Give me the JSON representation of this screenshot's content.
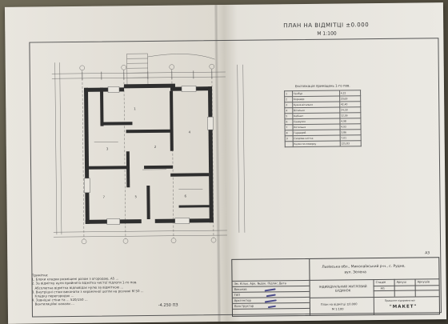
{
  "sheet": {
    "title": "ПЛАН НА ВІДМІТЦІ ±0.000",
    "scale": "М 1:100",
    "sheet_format": "А3",
    "room_table": {
      "caption": "Експлікація приміщень 1-го пов.",
      "rows": [
        [
          "1",
          "Тамбур",
          "4,22"
        ],
        [
          "2",
          "Коридор",
          "20,69"
        ],
        [
          "3",
          "Кухня-вітальня",
          "42,40"
        ],
        [
          "4",
          "Вітальня",
          "24,18"
        ],
        [
          "5",
          "Кабінет",
          "12,56"
        ],
        [
          "6",
          "Санвузол",
          "4,98"
        ],
        [
          "7",
          "Котельня",
          "4,93"
        ],
        [
          "8",
          "Гардероб",
          "3,86"
        ],
        [
          "9",
          "Сходова клітка",
          "7,01"
        ],
        [
          "",
          "Разом по поверху",
          "125,83"
        ]
      ]
    },
    "notes": "Примітки:\n1. Блоки кладки розміщені разом з огородою, А5 ...\n2. За відмітку нуля прийнята відмітка чистої підлоги 1-го пов.\n   Абсолютна відмітка відповідає нулю за відміткою ...\n3. Внутрішні стіни виконати з керамічної цегли на розчині М 50 ...\n   Кладку перегородок ...\n4. Зовнішні стіни та ... 520/150 ...\n   Вентиляційні канали ...",
    "level_mark": "-4.250 ПЗ",
    "title_block": {
      "address_1": "Львівська обл., Миколаївський р-н., с. Рудне,",
      "address_2": "вул. Зелена",
      "object": "ІНДИВІДУАЛЬНИЙ ЖИТЛОВИЙ БУДИНОК",
      "sheet_name": "План на відмітці ±0.000",
      "sheet_scale": "М 1:100",
      "stage_header": "Стадія",
      "sheet_header": "Аркуш",
      "sheets_header": "Аркушів",
      "stage": "РП",
      "company_caption": "Приватне підприємство",
      "company": "\"МАКЕТ\"",
      "roles": [
        "Виконав",
        "ГАП",
        "Архітектор",
        "Конструктор"
      ],
      "head_cols": [
        "Зм.",
        "Кільк.",
        "Арк.",
        "№док.",
        "Підпис",
        "Дата"
      ]
    }
  }
}
